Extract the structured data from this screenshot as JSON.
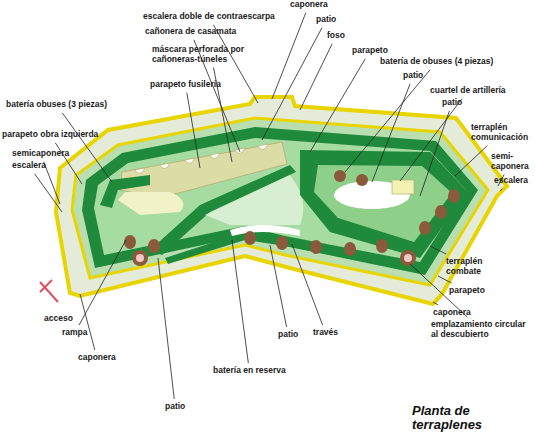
{
  "diagram": {
    "title": "Planta de terraplenes",
    "labels": [
      "caponera",
      "escalera doble de contraescarpa",
      "patio",
      "cañonera de casamata",
      "foso",
      "máscara perforada por cañoneras-túneles",
      "parapeto",
      "batería de obuses (4 piezas)",
      "parapeto fusilería",
      "patio",
      "batería obuses (3 piezas)",
      "cuartel de artillería",
      "patio",
      "terraplén comunicación",
      "parapeto obra izquierda",
      "semi-caponera",
      "escalera",
      "semicaponera",
      "escalera",
      "terraplén combate",
      "parapeto",
      "acceso",
      "rampa",
      "caponera",
      "emplazamiento circular al descubierto",
      "caponera",
      "patio",
      "través",
      "patio",
      "batería en reserva"
    ]
  }
}
